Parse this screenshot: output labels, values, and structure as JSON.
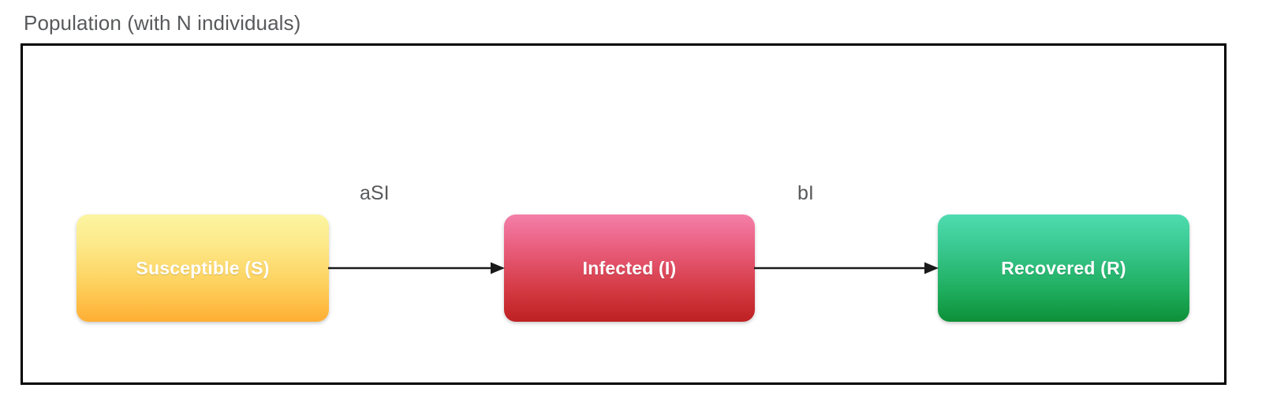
{
  "diagram": {
    "title": "Population (with N individuals)",
    "type": "SIR compartmental model flow diagram",
    "container": {
      "label": "Population (with N individuals)",
      "border_color": "#000000"
    },
    "compartments": [
      {
        "id": "susceptible",
        "label": "Susceptible (S)",
        "symbol": "S",
        "gradient_from": "#FCF5A1",
        "gradient_to": "#FFAE33",
        "text_color": "#FFFFFF"
      },
      {
        "id": "infected",
        "label": "Infected (I)",
        "symbol": "I",
        "gradient_from": "#F47FA9",
        "gradient_to": "#BE2022",
        "text_color": "#FFFFFF"
      },
      {
        "id": "recovered",
        "label": "Recovered (R)",
        "symbol": "R",
        "gradient_from": "#4EDCB0",
        "gradient_to": "#0D9038",
        "text_color": "#FFFFFF"
      }
    ],
    "transitions": [
      {
        "id": "infection",
        "from": "Susceptible (S)",
        "to": "Infected (I)",
        "rate_label": "aSI",
        "color": "#1a1a1a"
      },
      {
        "id": "recovery",
        "from": "Infected (I)",
        "to": "Recovered (R)",
        "rate_label": "bI",
        "color": "#1a1a1a"
      }
    ],
    "colors": {
      "title_text": "#58595B",
      "label_text": "#58595B",
      "background": "#FFFFFF",
      "arrow": "#1A1A1A"
    }
  }
}
